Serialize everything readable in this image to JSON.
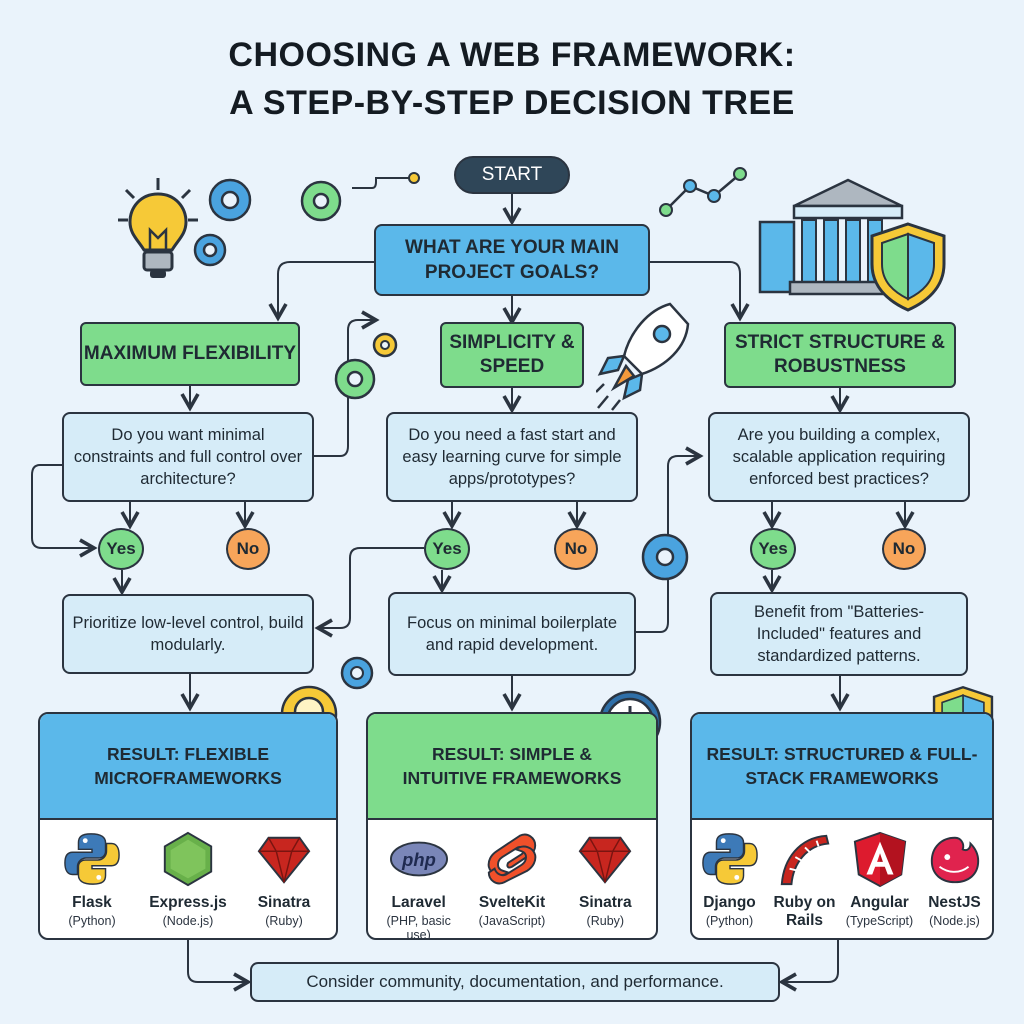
{
  "title": {
    "line1": "CHOOSING A WEB FRAMEWORK:",
    "line2": "A STEP-BY-STEP DECISION TREE"
  },
  "start": "START",
  "goal": "What are your main project goals?",
  "branches": [
    {
      "category": "Maximum Flexibility",
      "question": "Do you want minimal constraints and full control over architecture?",
      "yes": "Yes",
      "no": "No",
      "action": "Prioritize low-level control, build modularly.",
      "result_title": "RESULT: Flexible Microframeworks",
      "frameworks": [
        {
          "name": "Flask",
          "lang": "(Python)",
          "icon": "python-logo"
        },
        {
          "name": "Express.js",
          "lang": "(Node.js)",
          "icon": "nodejs-logo"
        },
        {
          "name": "Sinatra",
          "lang": "(Ruby)",
          "icon": "ruby-gem-logo"
        }
      ]
    },
    {
      "category": "Simplicity & Speed",
      "question": "Do you need a fast start and easy learning curve for simple apps/prototypes?",
      "yes": "Yes",
      "no": "No",
      "action": "Focus on minimal boilerplate and rapid development.",
      "result_title": "RESULT: Simple & Intuitive Frameworks",
      "frameworks": [
        {
          "name": "Laravel",
          "lang": "(PHP, basic use)",
          "icon": "php-logo"
        },
        {
          "name": "SvelteKit",
          "lang": "(JavaScript)",
          "icon": "svelte-logo"
        },
        {
          "name": "Sinatra",
          "lang": "(Ruby)",
          "icon": "ruby-gem-logo"
        }
      ]
    },
    {
      "category": "Strict Structure & Robustness",
      "question": "Are you building a complex, scalable application requiring enforced best practices?",
      "yes": "Yes",
      "no": "No",
      "action": "Benefit from \"Batteries-Included\" features and standardized patterns.",
      "result_title": "RESULT: Structured & Full-Stack Frameworks",
      "frameworks": [
        {
          "name": "Django",
          "lang": "(Python)",
          "icon": "python-logo"
        },
        {
          "name": "Ruby on Rails",
          "lang": "",
          "icon": "rails-logo"
        },
        {
          "name": "Angular",
          "lang": "(TypeScript)",
          "icon": "angular-logo"
        },
        {
          "name": "NestJS",
          "lang": "(Node.js)",
          "icon": "nestjs-logo"
        }
      ]
    }
  ],
  "footer": "Consider community, documentation, and performance.",
  "colors": {
    "background": "#eaf3fb",
    "blue": "#5bb8ea",
    "green": "#7edc8c",
    "orange": "#f7a55a",
    "light_blue": "#d6ecf8",
    "navy": "#2f4658"
  },
  "decorations": [
    "lightbulb-icon",
    "gear-icon",
    "rocket-icon",
    "bank-building-icon",
    "shield-icon",
    "clock-icon",
    "line-graph-icon"
  ]
}
